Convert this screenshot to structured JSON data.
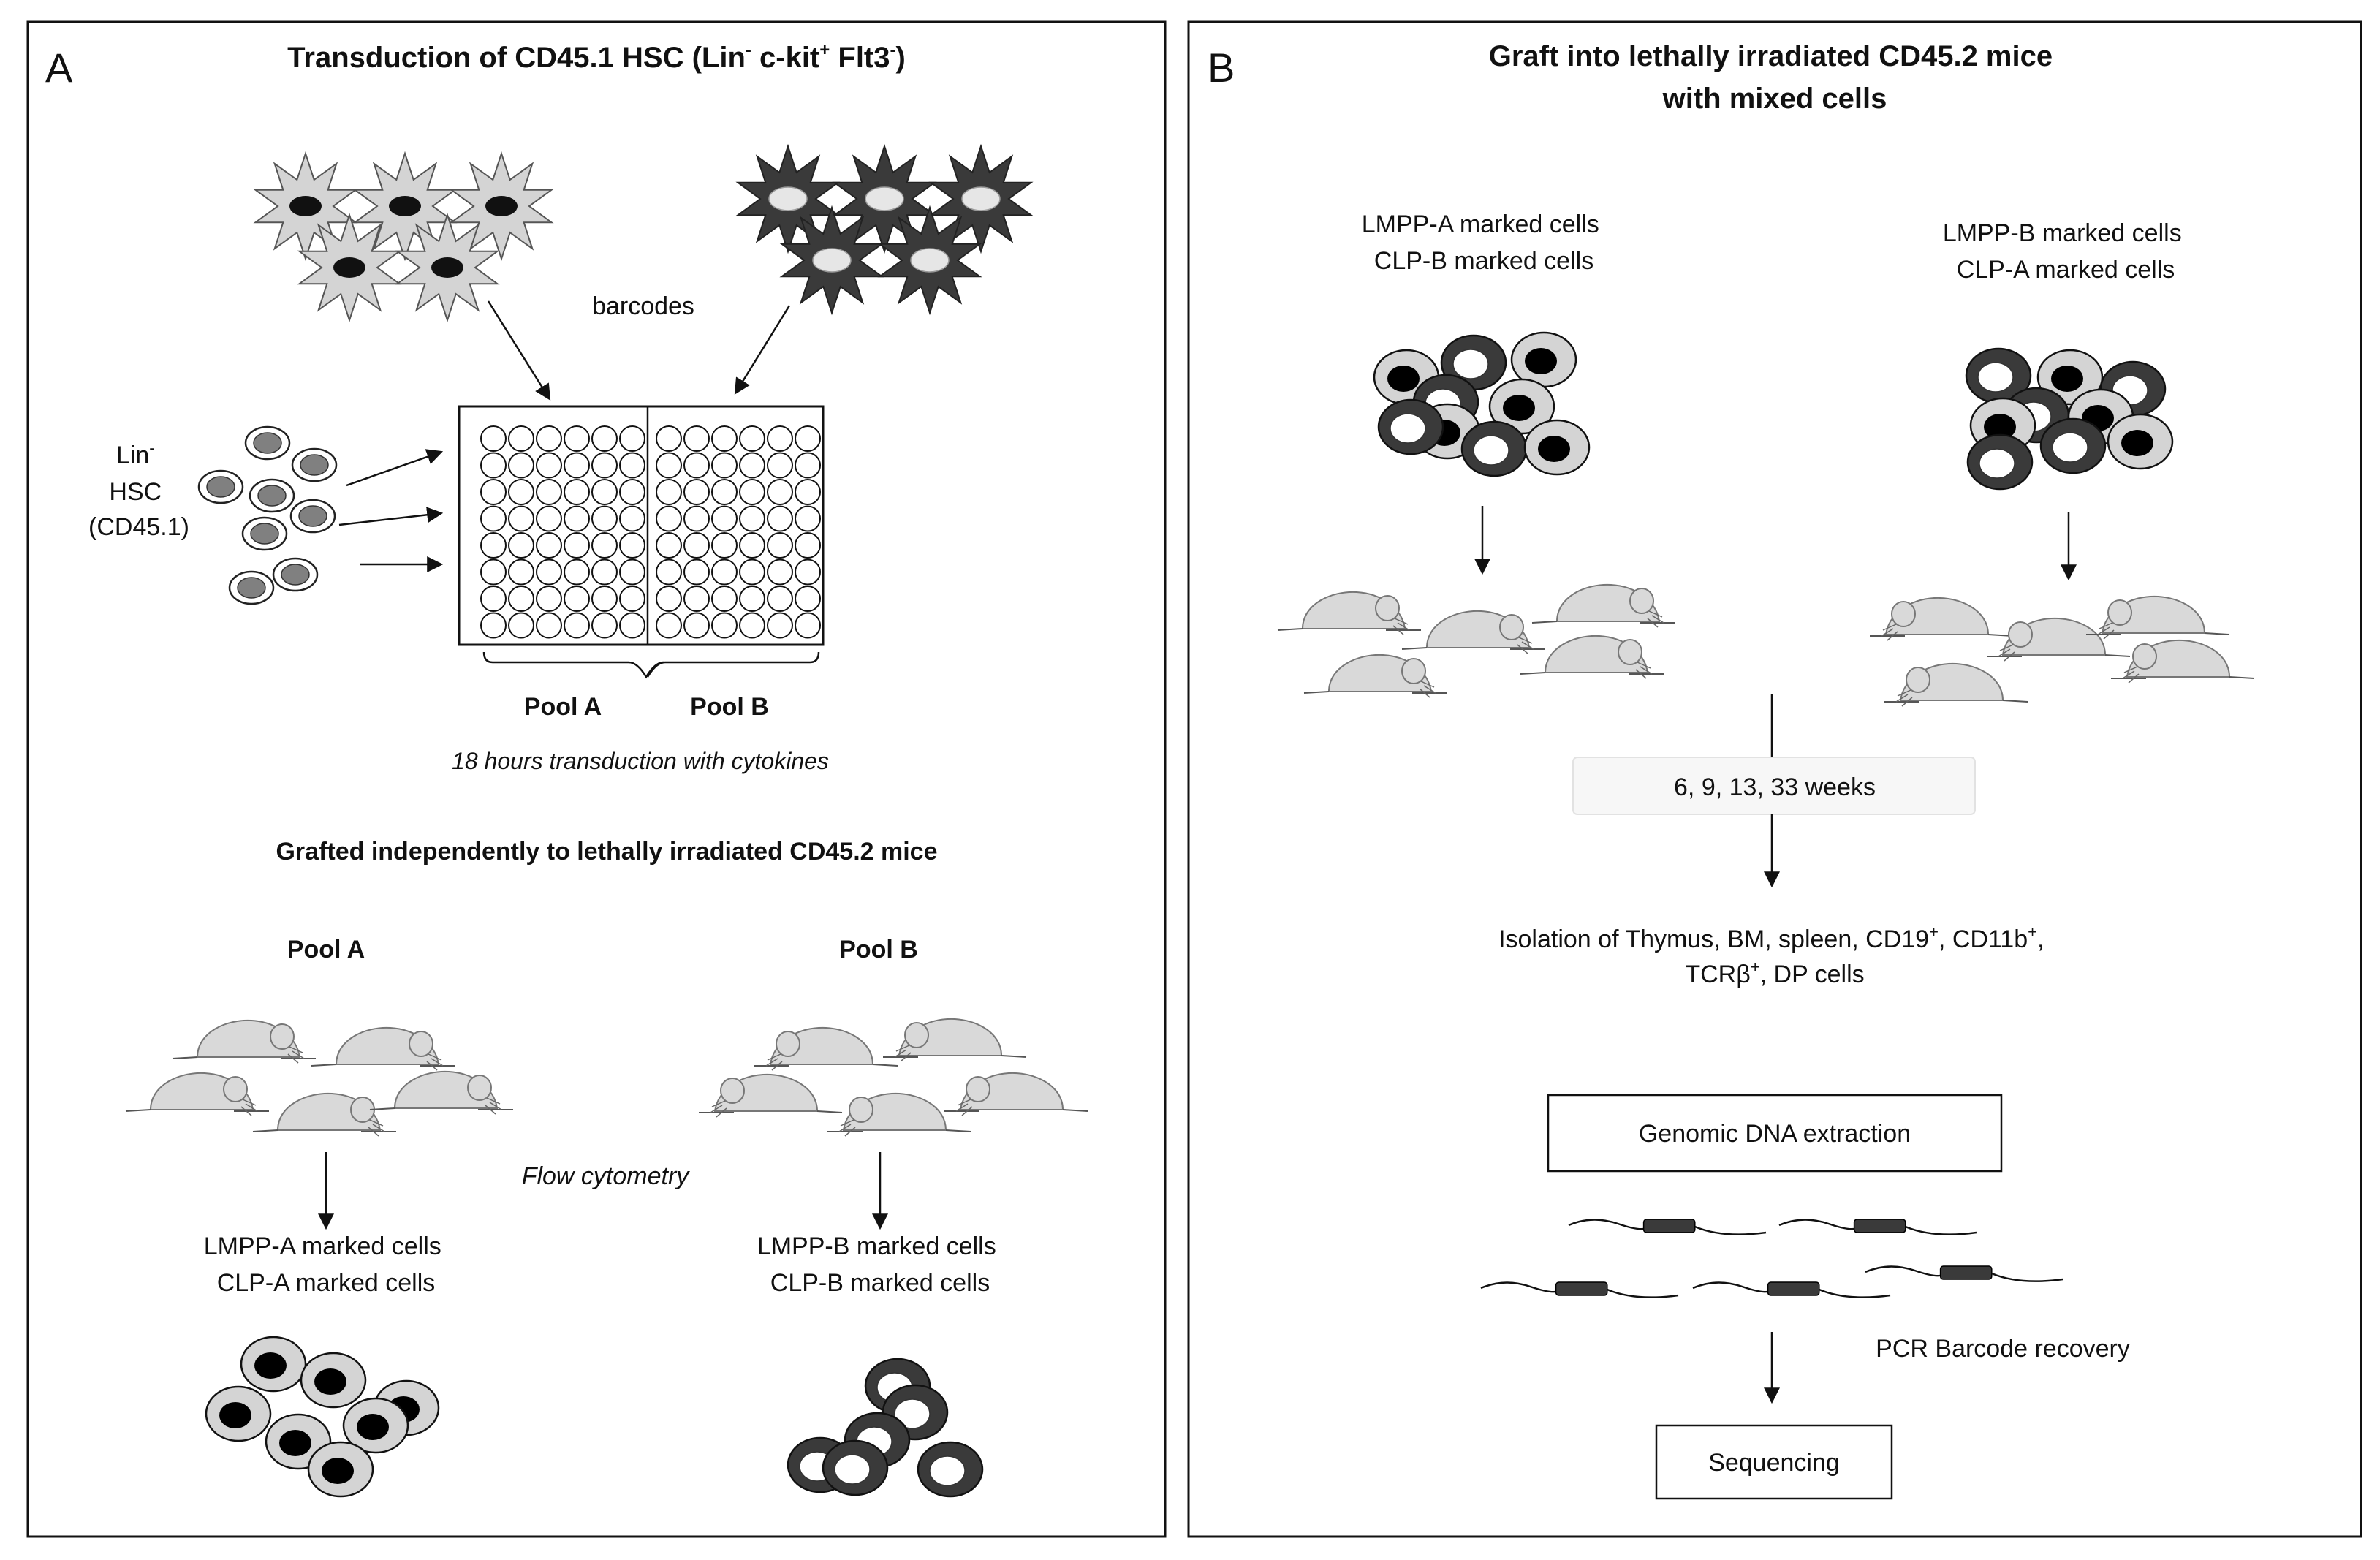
{
  "panel_a": {
    "letter": "A",
    "title_parts": {
      "t1": "Transduction of CD45.1 HSC (Lin",
      "s1": "-",
      "t2": " c-kit",
      "s2": "+",
      "t3": " Flt3",
      "s3": "-",
      "t4": ")"
    },
    "barcodes_label": "barcodes",
    "lin_hsc": {
      "line1_main": "Lin",
      "line1_sup": "-",
      "line2": "HSC",
      "line3": "(CD45.1)"
    },
    "pool_a_label": "Pool A",
    "pool_b_label": "Pool B",
    "transduction_note": "18 hours transduction with cytokines",
    "grafted_heading": "Grafted independently to lethally irradiated CD45.2 mice",
    "flow_cytometry": "Flow cytometry",
    "pool_a_sub": {
      "title": "Pool A",
      "line1": "LMPP-A marked cells",
      "line2": "CLP-A marked cells"
    },
    "pool_b_sub": {
      "title": "Pool B",
      "line1": "LMPP-B marked cells",
      "line2": "CLP-B marked cells"
    }
  },
  "panel_b": {
    "letter": "B",
    "title_line1": "Graft into lethally irradiated CD45.2 mice",
    "title_line2": "with mixed cells",
    "left_group": {
      "line1": "LMPP-A marked cells",
      "line2": "CLP-B marked cells"
    },
    "right_group": {
      "line1": "LMPP-B marked cells",
      "line2": "CLP-A marked cells"
    },
    "weeks_label": "6, 9, 13, 33 weeks",
    "isolation": {
      "l1a": "Isolation of Thymus, BM, spleen, CD19",
      "l1s1": "+",
      "l1b": ", CD11b",
      "l1s2": "+",
      "l1c": ",",
      "l2a": "TCRβ",
      "l2s": "+",
      "l2b": ", DP cells"
    },
    "genomic_dna": "Genomic DNA extraction",
    "pcr_recovery": "PCR Barcode recovery",
    "sequencing": "Sequencing"
  },
  "colors": {
    "cell_light": "#d4d4d4",
    "cell_dark": "#3a3a3a",
    "hsc_nucleus": "#808080",
    "mouse_fill": "#d9d9d9",
    "weeks_box_bg": "#f7f7f7"
  }
}
